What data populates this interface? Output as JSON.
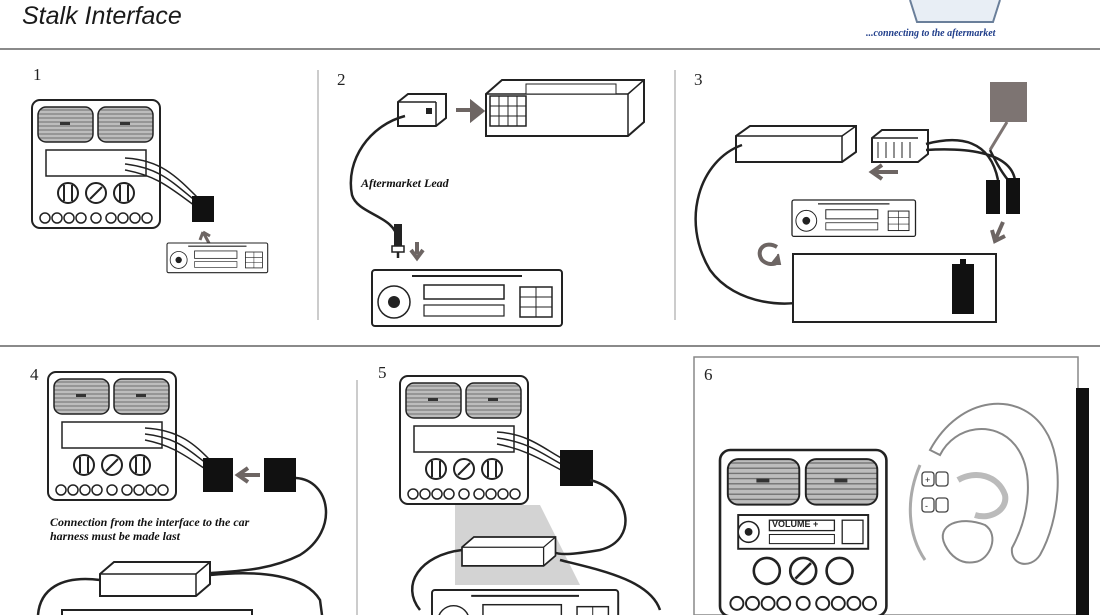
{
  "header": {
    "title": "Stalk Interface",
    "tagline": "...connecting to the aftermarket"
  },
  "steps": [
    {
      "number": "1"
    },
    {
      "number": "2",
      "caption": "Aftermarket Lead"
    },
    {
      "number": "3"
    },
    {
      "number": "4",
      "caption_line1": "Connection from the interface to the car",
      "caption_line2": "harness must be made last"
    },
    {
      "number": "5"
    },
    {
      "number": "6",
      "radio_display": "VOLUME +"
    }
  ],
  "colors": {
    "line": "#222222",
    "arrow": "#6d6563",
    "vent": "#9a9a9a",
    "plate": "#7d7472",
    "tagline": "#1f3d8a",
    "shadow": "#c8c8c8"
  }
}
